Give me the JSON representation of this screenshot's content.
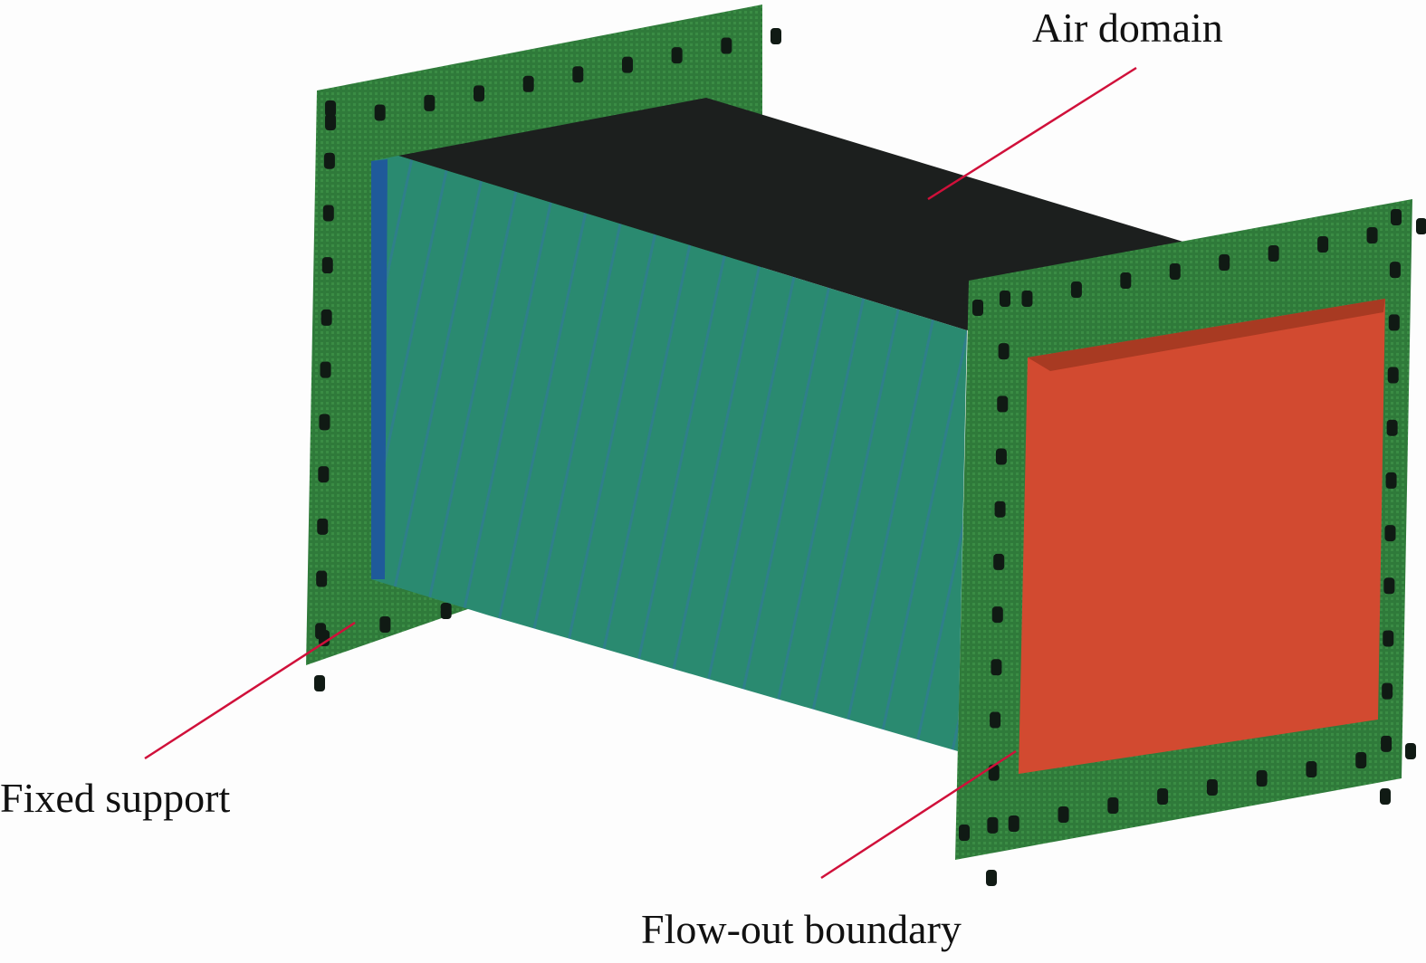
{
  "labels": {
    "air_domain": "Air domain",
    "fixed_support": "Fixed support",
    "flow_out_boundary": "Flow-out boundary"
  },
  "colors": {
    "plate": "#2f7a3a",
    "air_top": "#1c1f1e",
    "air_side": "#2a8a6e",
    "outlet": "#d24a30",
    "leader": "#d0103a",
    "bolt": "#101a14"
  }
}
